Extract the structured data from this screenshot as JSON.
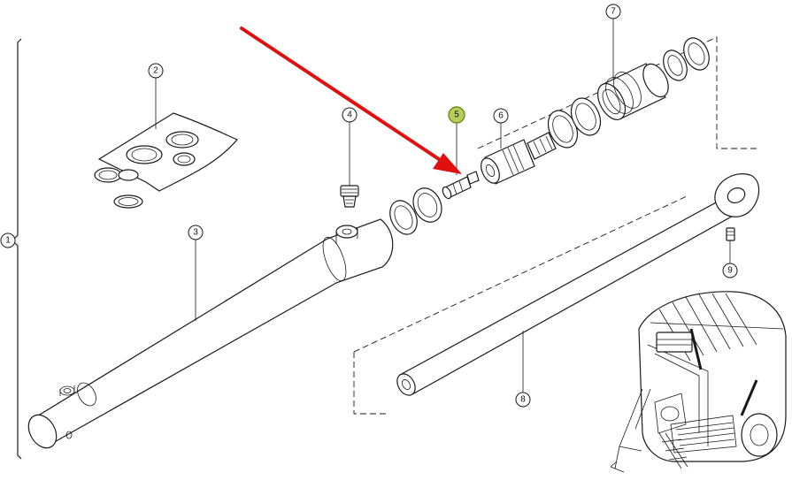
{
  "diagram": {
    "type": "exploded-parts-diagram",
    "highlight_color": "#b7cf5a",
    "arrow_color": "#e01010",
    "highlighted_part": "5",
    "callouts": [
      {
        "id": "c1",
        "label": "1"
      },
      {
        "id": "c2",
        "label": "2"
      },
      {
        "id": "c3",
        "label": "3"
      },
      {
        "id": "c4",
        "label": "4"
      },
      {
        "id": "c5",
        "label": "5"
      },
      {
        "id": "c6",
        "label": "6"
      },
      {
        "id": "c7",
        "label": "7"
      },
      {
        "id": "c8",
        "label": "8"
      },
      {
        "id": "c9",
        "label": "9"
      }
    ]
  }
}
